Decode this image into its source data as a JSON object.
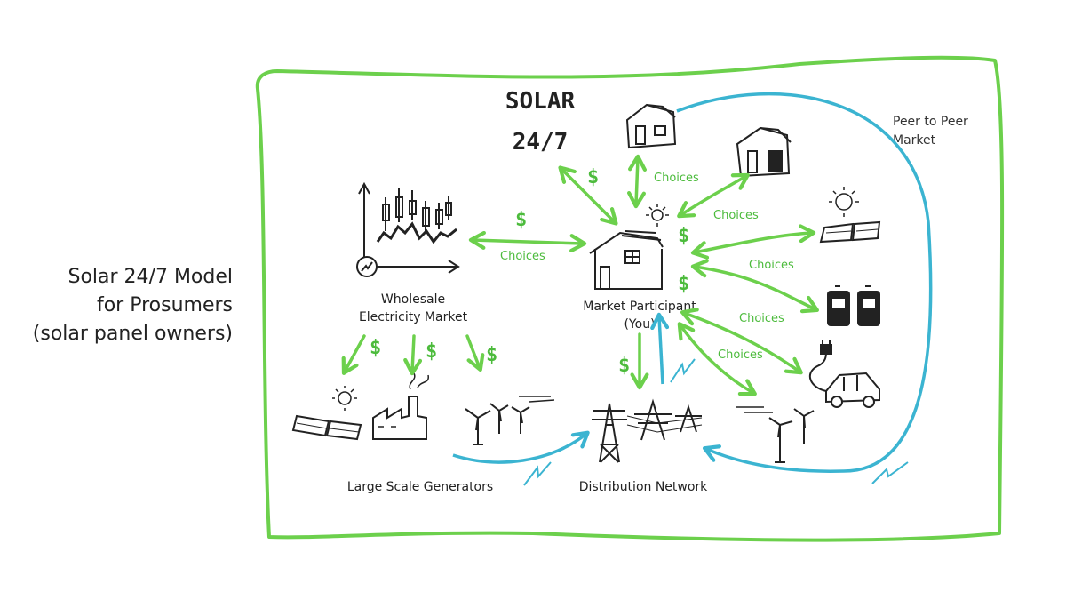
{
  "caption": {
    "lines": [
      "Solar 24/7 Model",
      "for Prosumers",
      "(solar panel owners)"
    ]
  },
  "diagram": {
    "title_line1": "SOLAR",
    "title_line2": "24/7",
    "nodes": {
      "wholesale_line1": "Wholesale",
      "wholesale_line2": "Electricity Market",
      "participant_line1": "Market Participant",
      "participant_line2": "(You)",
      "generators": "Large Scale Generators",
      "distribution": "Distribution Network",
      "p2p_line1": "Peer to Peer",
      "p2p_line2": "Market"
    },
    "choices_label": "Choices",
    "dollar": "$"
  },
  "colors": {
    "frame_green": "#6cd04c",
    "arrow_green": "#6cd04c",
    "label_green": "#4cbb3c",
    "flow_blue": "#3bb4d1",
    "ink": "#222222"
  },
  "icons": [
    "house-icon",
    "battery-house-icon",
    "sun-icon",
    "solar-panel-icon",
    "battery-icon",
    "electric-car-icon",
    "wind-turbine-icon",
    "factory-icon",
    "transmission-tower-icon",
    "lightning-icon",
    "candlestick-chart-icon",
    "power-plug-icon"
  ]
}
